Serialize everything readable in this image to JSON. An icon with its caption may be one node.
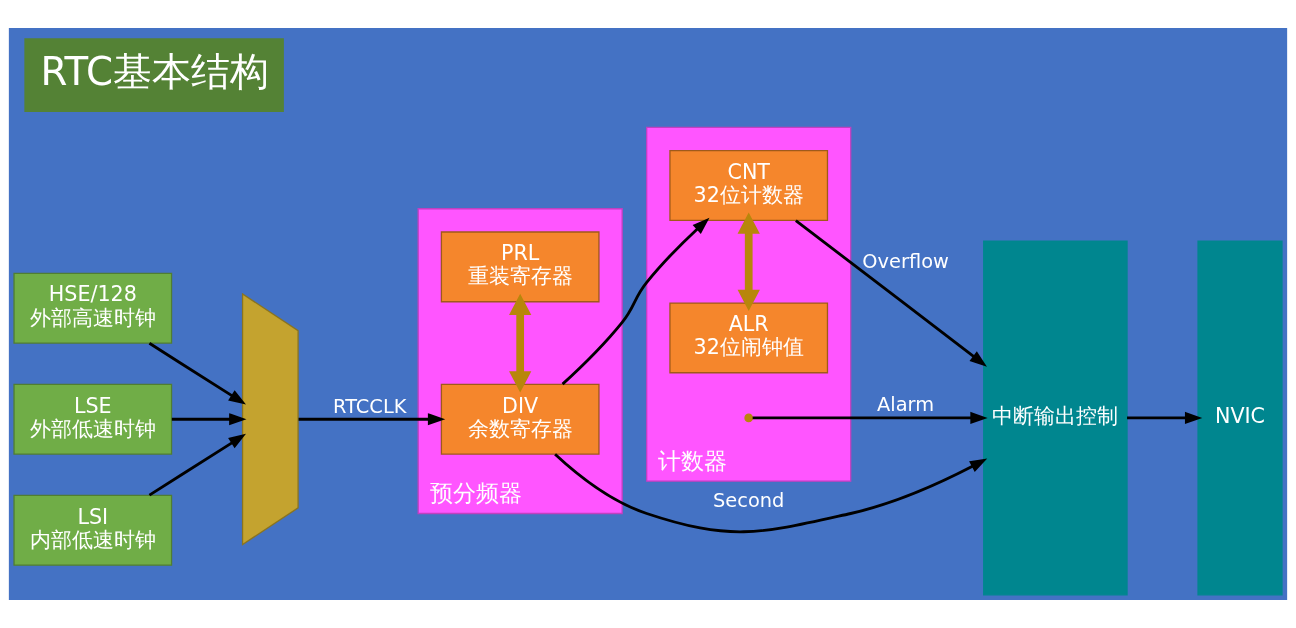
{
  "diagram": {
    "title": "RTC基本结构",
    "nodes": [
      {
        "text": [
          "HSE/128",
          "外部高速时钟"
        ]
      },
      {
        "text": [
          "LSE",
          "外部低速时钟"
        ]
      },
      {
        "text": [
          "LSI",
          "内部低速时钟"
        ]
      },
      {
        "text": [],
        "shape": "trapezoid"
      },
      {
        "text": [
          "预分频器"
        ]
      },
      {
        "text": [
          "PRL",
          "重装寄存器"
        ],
        "in": 4
      },
      {
        "text": [
          "DIV",
          "余数寄存器"
        ],
        "in": 4
      },
      {
        "text": [
          "计数器"
        ]
      },
      {
        "text": [
          "CNT",
          "32位计数器"
        ],
        "in": 7
      },
      {
        "text": [
          "ALR",
          "32位闹钟值"
        ],
        "in": 7
      },
      {
        "text": [
          "中断输出控制"
        ]
      },
      {
        "text": [
          "NVIC"
        ]
      }
    ],
    "edges": [
      {
        "from": 0,
        "to": 3,
        "arrow": "to"
      },
      {
        "from": 1,
        "to": 3,
        "arrow": "to"
      },
      {
        "from": 2,
        "to": 3,
        "arrow": "to"
      },
      {
        "from": 3,
        "to": 6,
        "arrow": "to",
        "label": "RTCCLK"
      },
      {
        "from": 5,
        "to": 6,
        "arrow": "both",
        "style": "thick",
        "color": "#b8860b"
      },
      {
        "from": 6,
        "to": 8,
        "arrow": "to"
      },
      {
        "from": 6,
        "to": 10,
        "arrow": "to",
        "label": "Second"
      },
      {
        "from": 8,
        "to": 10,
        "arrow": "to",
        "label": "Overflow"
      },
      {
        "from": 8,
        "to": 9,
        "arrow": "both",
        "style": "thick",
        "color": "#b8860b"
      },
      {
        "from": null,
        "to": 10,
        "arrow": "to",
        "label": "Alarm"
      },
      {
        "from": 10,
        "to": 11,
        "arrow": "to"
      }
    ]
  }
}
